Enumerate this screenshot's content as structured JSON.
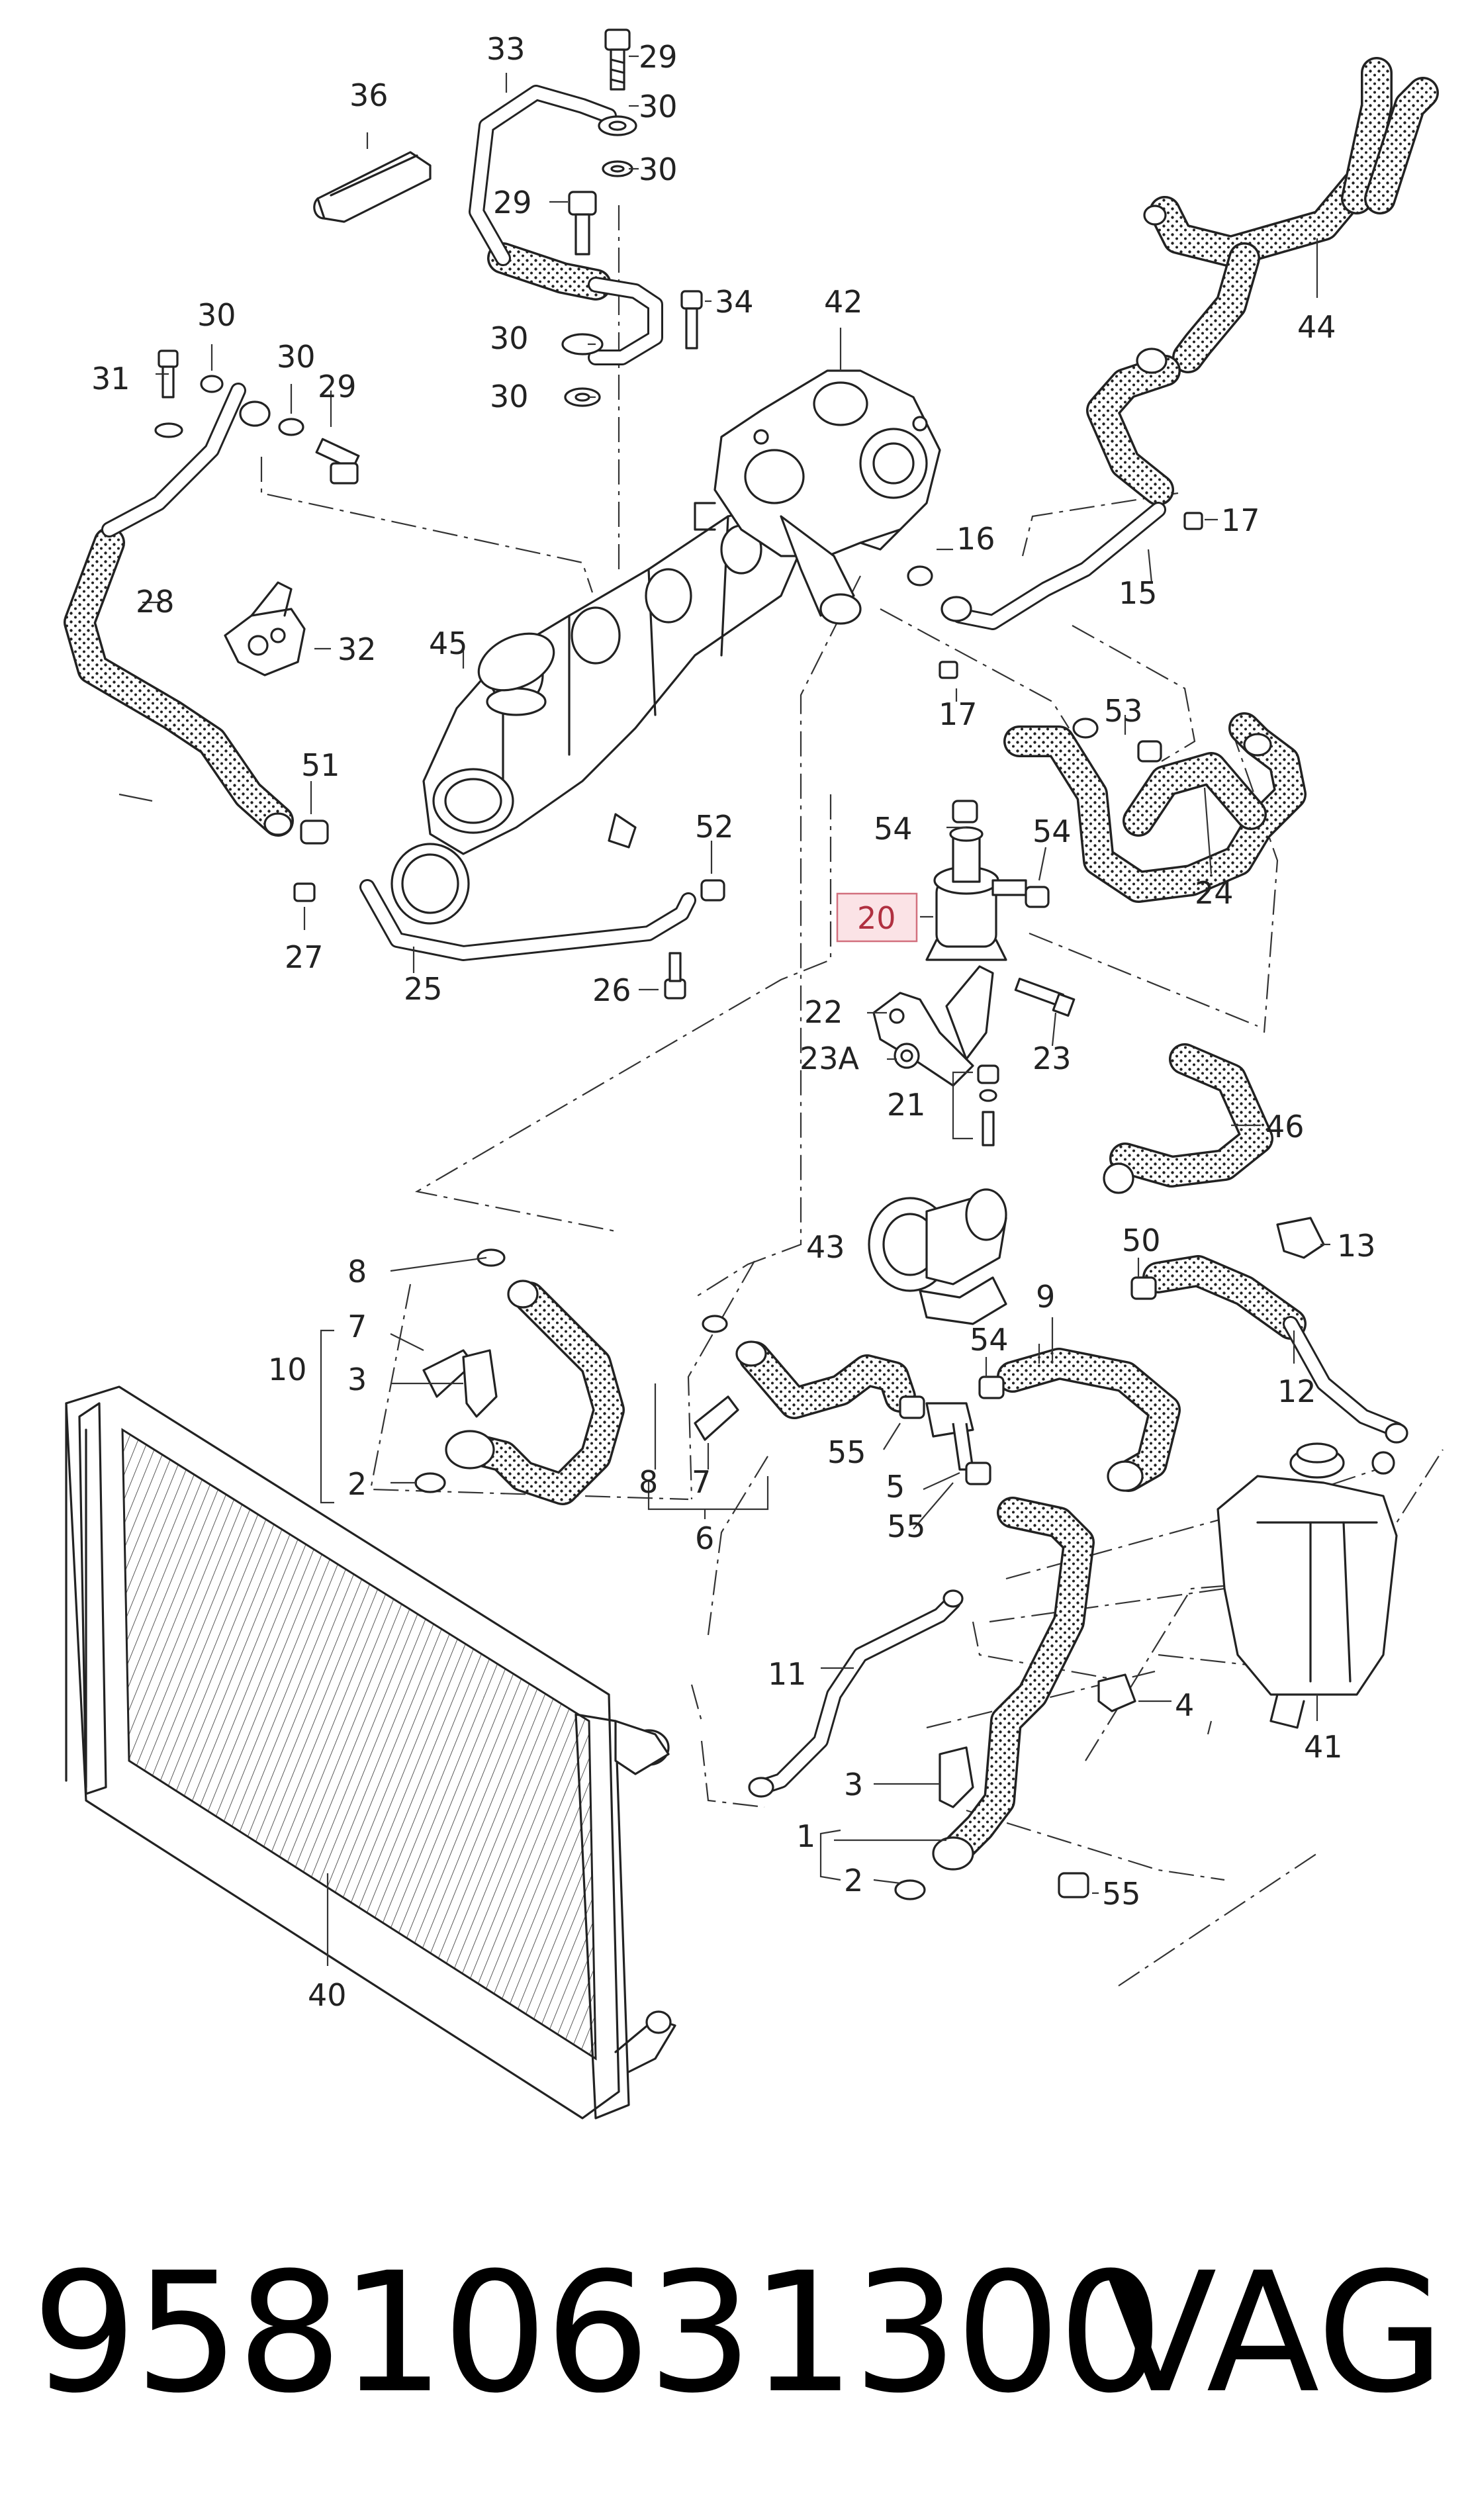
{
  "callouts": {
    "c1": "1",
    "c2a": "2",
    "c2b": "2",
    "c3a": "3",
    "c3b": "3",
    "c4": "4",
    "c5": "5",
    "c6": "6",
    "c7a": "7",
    "c7b": "7",
    "c8a": "8",
    "c8b": "8",
    "c9": "9",
    "c10": "10",
    "c11": "11",
    "c12": "12",
    "c13": "13",
    "c15": "15",
    "c16": "16",
    "c17a": "17",
    "c17b": "17",
    "c20": "20",
    "c21": "21",
    "c22": "22",
    "c23": "23",
    "c23a": "23A",
    "c24": "24",
    "c25": "25",
    "c26": "26",
    "c27": "27",
    "c28": "28",
    "c29a": "29",
    "c29b": "29",
    "c29c": "29",
    "c30a": "30",
    "c30b": "30",
    "c30c": "30",
    "c30d": "30",
    "c30e": "30",
    "c30f": "30",
    "c31": "31",
    "c32": "32",
    "c33": "33",
    "c34": "34",
    "c36": "36",
    "c40": "40",
    "c41": "41",
    "c42": "42",
    "c43": "43",
    "c44": "44",
    "c45": "45",
    "c46": "46",
    "c50": "50",
    "c51": "51",
    "c52": "52",
    "c53": "53",
    "c54a": "54",
    "c54b": "54",
    "c54c": "54",
    "c55a": "55",
    "c55b": "55",
    "c55c": "55"
  },
  "highlighted_callout": "20",
  "highlight_color": "#fbe3e6",
  "highlight_border": "#d2707e",
  "footer": {
    "part_number": "95810631300",
    "brand": "VAG"
  }
}
